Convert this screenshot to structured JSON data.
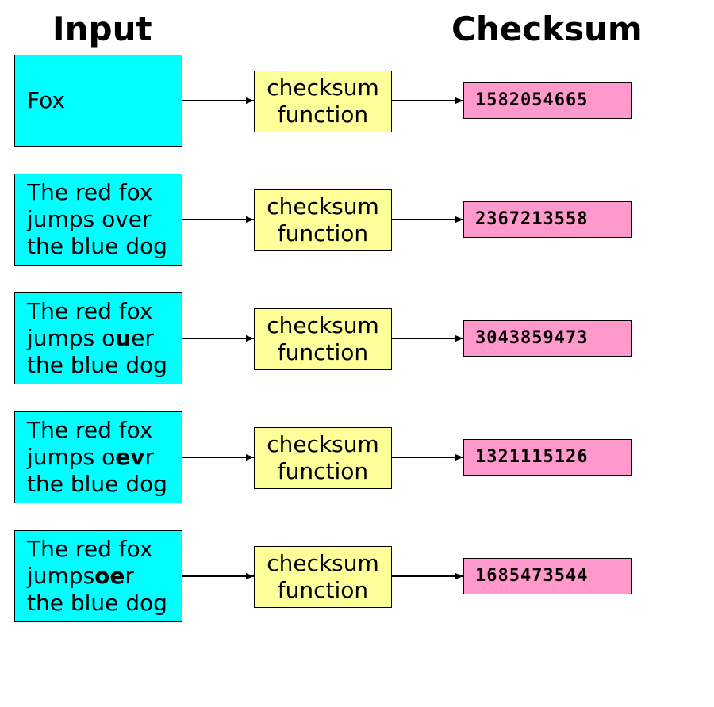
{
  "headers": {
    "input": "Input",
    "checksum": "Checksum"
  },
  "function_label": {
    "line1": "checksum",
    "line2": "function"
  },
  "rows": [
    {
      "input_lines": [
        [
          {
            "text": "Fox",
            "bold": false
          }
        ]
      ],
      "checksum": "1582054665"
    },
    {
      "input_lines": [
        [
          {
            "text": "The red fox",
            "bold": false
          }
        ],
        [
          {
            "text": "jumps over",
            "bold": false
          }
        ],
        [
          {
            "text": "the blue dog",
            "bold": false
          }
        ]
      ],
      "checksum": "2367213558"
    },
    {
      "input_lines": [
        [
          {
            "text": "The red fox",
            "bold": false
          }
        ],
        [
          {
            "text": "jumps o",
            "bold": false
          },
          {
            "text": "u",
            "bold": true
          },
          {
            "text": "er",
            "bold": false
          }
        ],
        [
          {
            "text": "the blue dog",
            "bold": false
          }
        ]
      ],
      "checksum": "3043859473"
    },
    {
      "input_lines": [
        [
          {
            "text": "The red fox",
            "bold": false
          }
        ],
        [
          {
            "text": "jumps o",
            "bold": false
          },
          {
            "text": "ev",
            "bold": true
          },
          {
            "text": "r",
            "bold": false
          }
        ],
        [
          {
            "text": "the blue dog",
            "bold": false
          }
        ]
      ],
      "checksum": "1321115126"
    },
    {
      "input_lines": [
        [
          {
            "text": "The red fox",
            "bold": false
          }
        ],
        [
          {
            "text": "jumps",
            "bold": false
          },
          {
            "text": "oe",
            "bold": true
          },
          {
            "text": "r",
            "bold": false
          }
        ],
        [
          {
            "text": "the blue dog",
            "bold": false
          }
        ]
      ],
      "checksum": "1685473544"
    }
  ],
  "colors": {
    "input_fill": "#00ffff",
    "function_fill": "#ffff99",
    "checksum_fill": "#ff99cc",
    "stroke": "#000000"
  }
}
